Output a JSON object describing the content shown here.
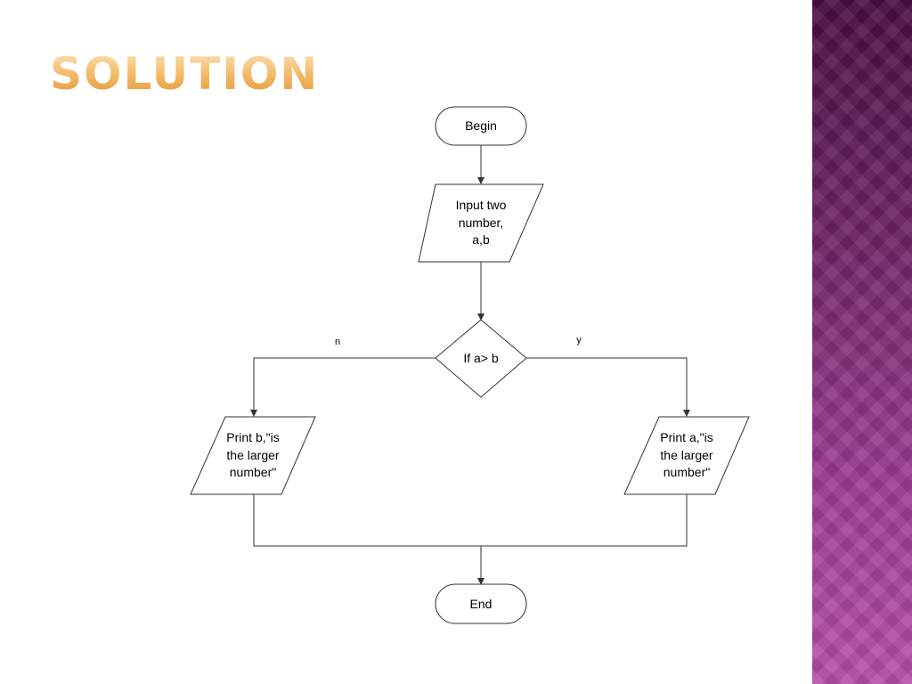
{
  "slide": {
    "title": "SOLUTION"
  },
  "flowchart": {
    "begin": "Begin",
    "input": [
      "Input two",
      "number,",
      "a,b"
    ],
    "decision": "If a> b",
    "no_label": "n",
    "yes_label": "y",
    "print_b": [
      "Print b,\"is",
      "the larger",
      "number\""
    ],
    "print_a": [
      "Print a,\"is",
      "the larger",
      "number\""
    ],
    "end": "End"
  },
  "colors": {
    "title": "#f2b865",
    "side_panel": "#7a2e73",
    "stroke": "#333333"
  }
}
